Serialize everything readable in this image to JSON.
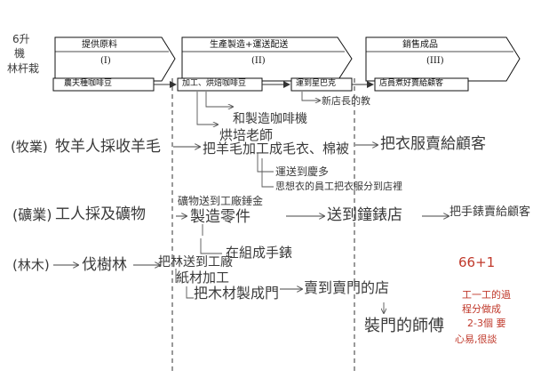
{
  "side_note": [
    "6升",
    "機",
    "林杆栽"
  ],
  "stages": [
    {
      "title": "提供原料",
      "roman": "(I)"
    },
    {
      "title": "生產製造+運送配送",
      "roman": "(II)"
    },
    {
      "title": "銷售成品",
      "roman": "(III)"
    }
  ],
  "chain": {
    "box1": "農夫種咖啡豆",
    "box2": "加工、烘焙咖啡豆",
    "box3": "運到星巴克",
    "box4": "店員煮好賣給顧客",
    "note_shop": "新店長的教",
    "roaster": "和製造咖啡機",
    "barista": "烘培老師"
  },
  "herding": {
    "label": "(牧業)",
    "step1": "牧羊人採收羊毛",
    "step2": "把羊毛加工成毛衣、棉被",
    "step3": "把衣服賣給顧客",
    "note1": "運送到慶多",
    "note2": "思想衣的員工把衣服分到店裡"
  },
  "mining": {
    "label": "(礦業)",
    "step1": "工人採及礦物",
    "note_send": "礦物送到工廠錘金",
    "step2": "製造零件",
    "step3": "送到鐘錶店",
    "step4": "把手錶賣給顧客",
    "note_assemble": "在組成手錶"
  },
  "forestry": {
    "label": "(林木)",
    "step1": "伐樹林",
    "note_send": "把林送到工廠",
    "step2": "紙材加工",
    "step3": "把木材製成門",
    "step4": "賣到賣門的店",
    "step5": "裝門的師傅"
  },
  "red_note": [
    "66+1",
    "工一工的過",
    "程分做成",
    "2-3個 要",
    "心易,很談"
  ]
}
